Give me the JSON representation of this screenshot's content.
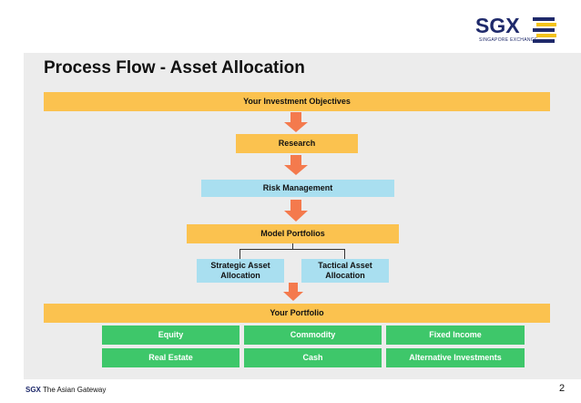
{
  "logo": {
    "brand": "SGX",
    "subtitle": "SINGAPORE EXCHANGE"
  },
  "title": "Process Flow - Asset Allocation",
  "flow": {
    "objectives": "Your Investment Objectives",
    "research": "Research",
    "risk": "Risk Management",
    "model": "Model Portfolios",
    "strategic": "Strategic Asset Allocation",
    "tactical": "Tactical Asset Allocation",
    "portfolio": "Your Portfolio"
  },
  "assets": [
    "Equity",
    "Commodity",
    "Fixed Income",
    "Real Estate",
    "Cash",
    "Alternative Investments"
  ],
  "footer": {
    "brand": "SGX",
    "tagline": "The Asian Gateway",
    "page": "2"
  },
  "colors": {
    "yellow": "#fbc24f",
    "blue": "#a9dff0",
    "green": "#3ec76a",
    "arrow": "#f47a4d",
    "navy": "#1f2a6b"
  }
}
